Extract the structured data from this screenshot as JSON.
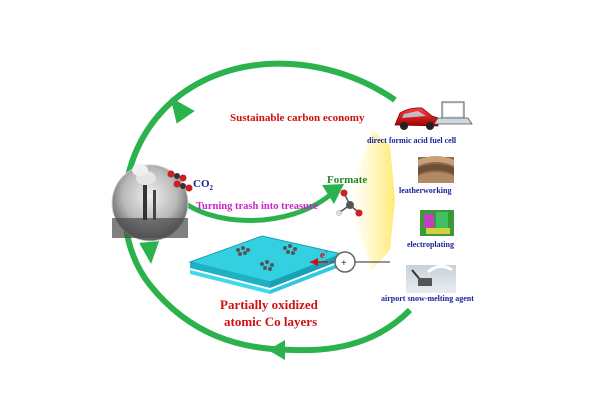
{
  "cycle": {
    "top_label": "Sustainable carbon economy",
    "middle_label": "Turning trash into treasure",
    "catalyst_label_line1": "Partially oxidized",
    "catalyst_label_line2": "atomic Co layers"
  },
  "molecules": {
    "co2_label": "CO",
    "co2_subscript": "2",
    "formate_label": "Formate",
    "electron_label": "e",
    "electron_superscript": "-",
    "electrode_sign": "+"
  },
  "applications": [
    {
      "label": "direct formic acid fuel cell"
    },
    {
      "label": "leatherworking"
    },
    {
      "label": "electroplating"
    },
    {
      "label": "airport snow-melting agent"
    }
  ],
  "colors": {
    "cycle_arrow": "#2bb24c",
    "top_label": "#d01010",
    "middle_label": "#cc22cc",
    "catalyst_label": "#d01010",
    "formate_label": "#228822",
    "app_label": "#1a2299",
    "co2_label": "#1a2299",
    "electron_label": "#d01010",
    "catalyst_sheet": "#32d0e0"
  }
}
